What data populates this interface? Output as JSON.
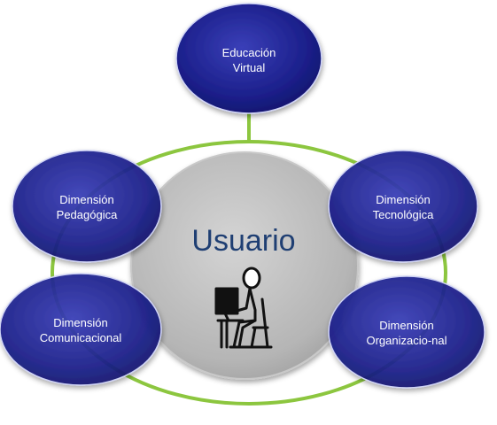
{
  "diagram": {
    "center": {
      "label": "Usuario",
      "icon": "person-at-computer-icon"
    },
    "nodes": [
      {
        "id": "educacion-virtual",
        "lines": [
          "Educación",
          "Virtual"
        ]
      },
      {
        "id": "dimension-pedagogica",
        "lines": [
          "Dimensión",
          "Pedagógica"
        ]
      },
      {
        "id": "dimension-tecnologica",
        "lines": [
          "Dimensión",
          "Tecnológica"
        ]
      },
      {
        "id": "dimension-comunicacional",
        "lines": [
          "Dimensión",
          "Comunicacional"
        ]
      },
      {
        "id": "dimension-organizacional",
        "lines": [
          "Dimensión",
          "Organizacio-nal"
        ]
      }
    ],
    "colors": {
      "node_fill": "#1b1f8a",
      "node_fill_light": "#3a3fb8",
      "center_fill": "#b9b9b9",
      "ring": "#8cc63f",
      "center_text": "#1f3f73",
      "label_text": "#ffffff"
    }
  }
}
